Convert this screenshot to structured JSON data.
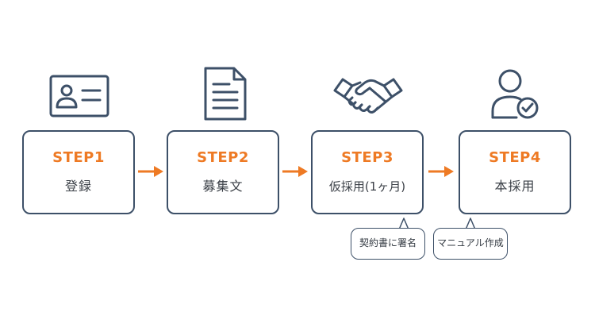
{
  "steps": [
    {
      "label": "STEP1",
      "name": "登録",
      "icon": "id-card-icon"
    },
    {
      "label": "STEP2",
      "name": "募集文",
      "icon": "document-icon"
    },
    {
      "label": "STEP3",
      "name": "仮採用(1ヶ月)",
      "icon": "handshake-icon"
    },
    {
      "label": "STEP4",
      "name": "本採用",
      "icon": "user-check-icon"
    }
  ],
  "notes": [
    {
      "text": "契約書に署名",
      "step": "STEP3"
    },
    {
      "text": "マニュアル作成",
      "step": "STEP4"
    }
  ],
  "colors": {
    "accent": "#ee7a24",
    "outline": "#3d5068",
    "text": "#3a3f46",
    "background": "#ffffff"
  }
}
